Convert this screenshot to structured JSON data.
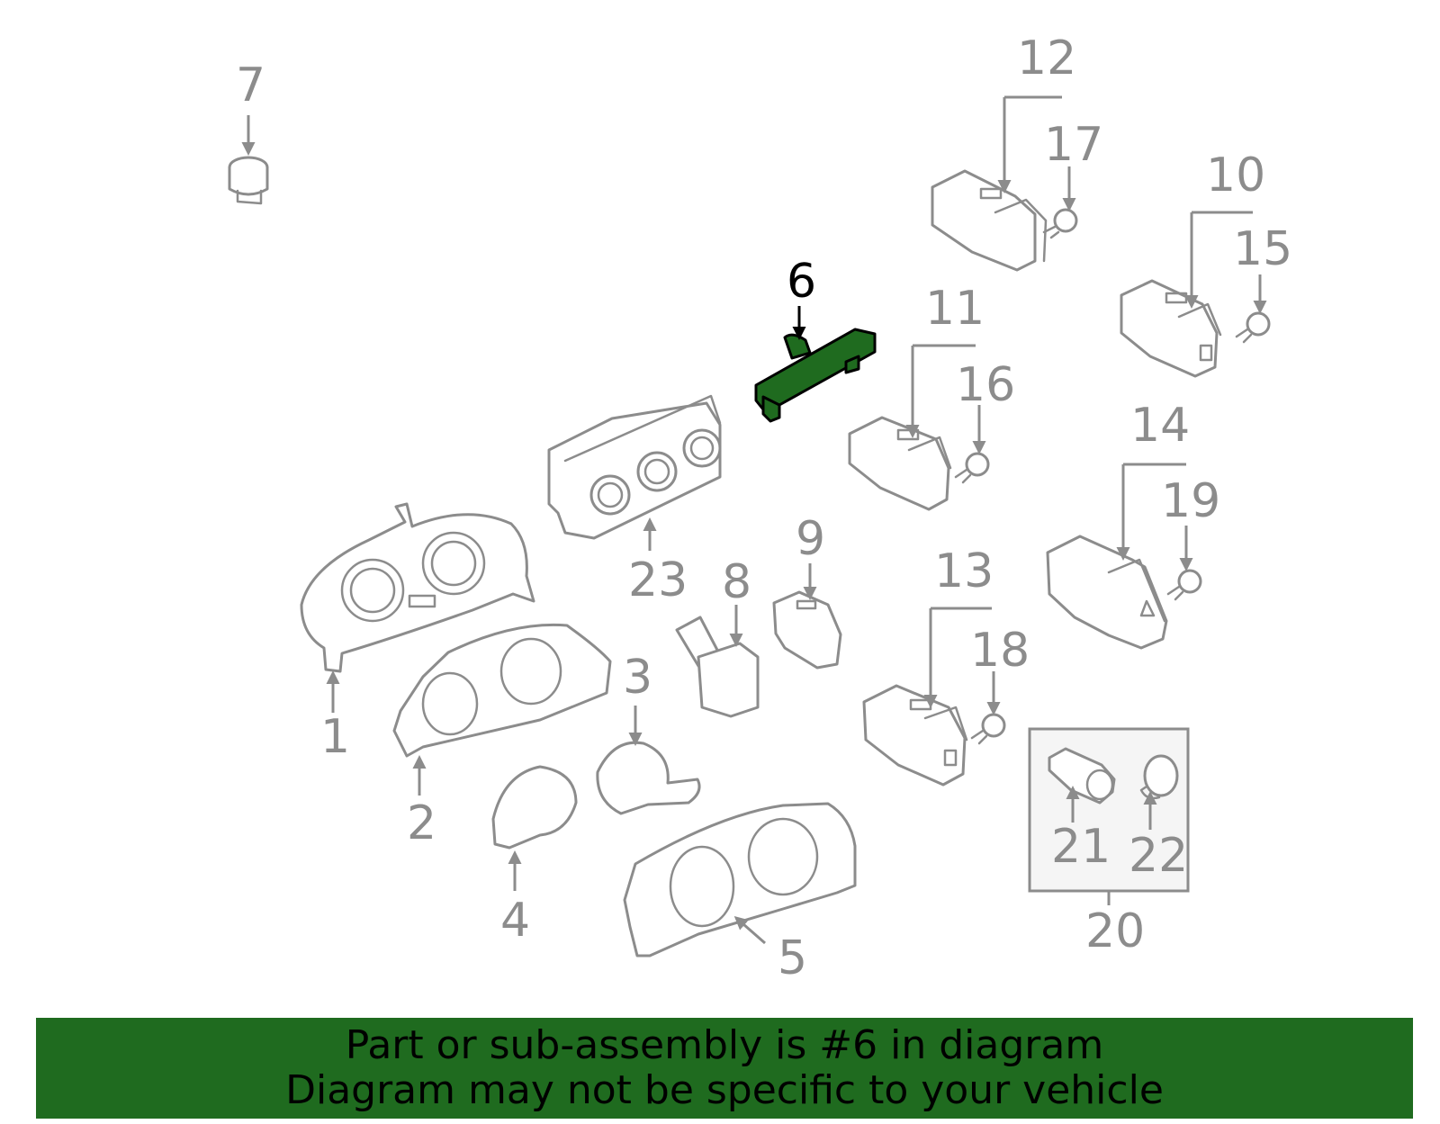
{
  "highlight_color": "#1f6b1f",
  "callout_color": "#8c8c8c",
  "highlighted_part": "6",
  "callouts": {
    "c1": "1",
    "c2": "2",
    "c3": "3",
    "c4": "4",
    "c5": "5",
    "c6": "6",
    "c7": "7",
    "c8": "8",
    "c9": "9",
    "c10": "10",
    "c11": "11",
    "c12": "12",
    "c13": "13",
    "c14": "14",
    "c15": "15",
    "c16": "16",
    "c17": "17",
    "c18": "18",
    "c19": "19",
    "c20": "20",
    "c21": "21",
    "c22": "22",
    "c23": "23"
  },
  "banner": {
    "line1": "Part or sub-assembly is #6 in diagram",
    "line2": "Diagram may not be specific to your vehicle"
  }
}
